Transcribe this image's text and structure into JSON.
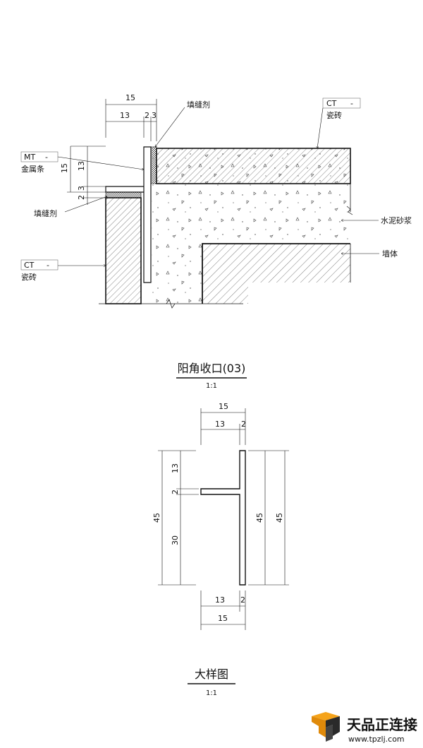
{
  "section": {
    "dims_top": {
      "total": "15",
      "a": "13",
      "b": "2",
      "c": "3"
    },
    "dims_left": {
      "total": "15",
      "a": "13",
      "b": "3",
      "c": "2"
    },
    "labels": {
      "sealant_top": "填缝剂",
      "sealant_left": "填缝剂",
      "mt_code": "MT",
      "mt_dash": "-",
      "mt_name": "金属条",
      "ct_top_code": "CT",
      "ct_top_dash": "-",
      "ct_top_name": "瓷砖",
      "ct_left_code": "CT",
      "ct_left_dash": "-",
      "ct_left_name": "瓷砖",
      "mortar": "水泥砂浆",
      "wall": "墙体"
    },
    "title": "阳角收口(03)",
    "scale": "1:1"
  },
  "profile": {
    "dims_top": {
      "total": "15",
      "a": "13",
      "b": "2"
    },
    "dims_bottom": {
      "total": "15",
      "a": "13",
      "b": "2"
    },
    "dims_left": {
      "total": "45",
      "a": "13",
      "b": "2",
      "c": "30"
    },
    "dims_right": {
      "inner": "45",
      "outer": "45"
    },
    "title": "大样图",
    "scale": "1:1"
  },
  "brand": {
    "name": "天品正连接",
    "url": "www.tpzlj.com",
    "logo_color": "#f5a31a",
    "logo_dark": "#2a2a2a"
  }
}
